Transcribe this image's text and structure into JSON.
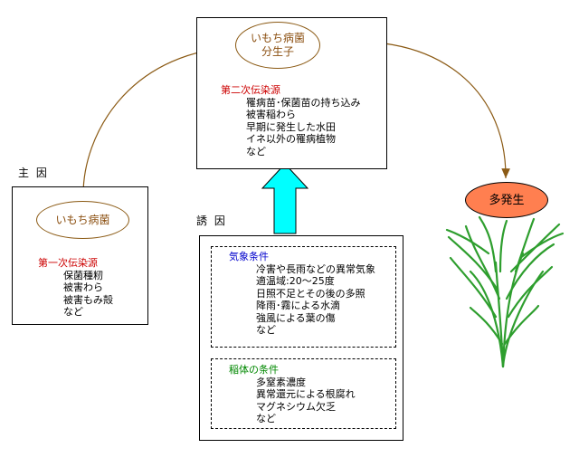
{
  "center": {
    "ellipse_line1": "いもち病菌",
    "ellipse_line2": "分生子",
    "secondary_title": "第二次伝染源",
    "secondary_items": [
      "罹病苗･保菌苗の持ち込み",
      "被害稲わら",
      "早期に発生した水田",
      "イネ以外の罹病植物",
      "など"
    ]
  },
  "left": {
    "heading": "主 因",
    "ellipse": "いもち病菌",
    "primary_title": "第一次伝染源",
    "primary_items": [
      "保菌種籾",
      "被害わら",
      "被害もみ殻",
      "など"
    ]
  },
  "inducing": {
    "heading": "誘 因",
    "weather_title": "気象条件",
    "weather_items": [
      "冷害や長雨などの異常気象",
      "適温域:20～25度",
      "日照不足とその後の多照",
      "降雨･霧による水滴",
      "強風による葉の傷",
      "など"
    ],
    "plant_title": "稲体の条件",
    "plant_items": [
      "多窒素濃度",
      "異常還元による根腐れ",
      "マグネシウム欠乏",
      "など"
    ]
  },
  "right": {
    "outbreak": "多発生"
  },
  "colors": {
    "arrow": "#8b5a14",
    "cyan_arrow": "#00ffff",
    "outbreak_fill": "#ff7f50",
    "red_title": "#cc0000",
    "blue_title": "#0000cc",
    "green_title": "#008800",
    "plant": "#2e9e2e"
  }
}
